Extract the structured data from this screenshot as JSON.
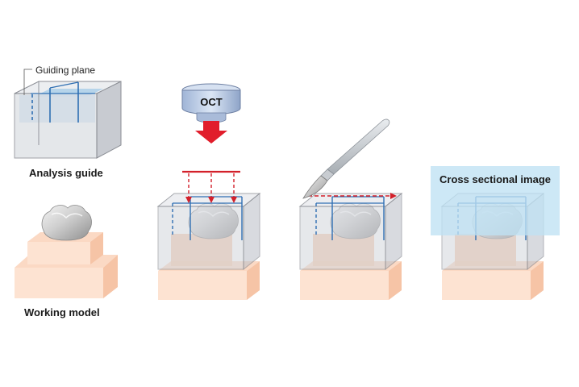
{
  "labels": {
    "guiding_plane": "Guiding plane",
    "analysis_guide": "Analysis guide",
    "working_model": "Working model",
    "oct": "OCT",
    "cross_sectional_image": "Cross sectional image"
  },
  "colors": {
    "guide_glass": "#d7d9de",
    "guide_edge": "#7f828a",
    "plane_blue": "#2f6fb3",
    "plane_fill": "#a9cde8",
    "base_light": "#fde3d2",
    "base_side": "#f6c4a6",
    "base_top": "#fbd9c4",
    "oct_red": "#e11d2b",
    "scan_red": "#d3202a",
    "oct_device": "#b9cbe6",
    "tooth": "#c9c9c9",
    "cross_highlight": "#bfe1f3"
  },
  "icons": [
    "oct-device-icon",
    "scalpel-icon",
    "tooth-icon"
  ]
}
